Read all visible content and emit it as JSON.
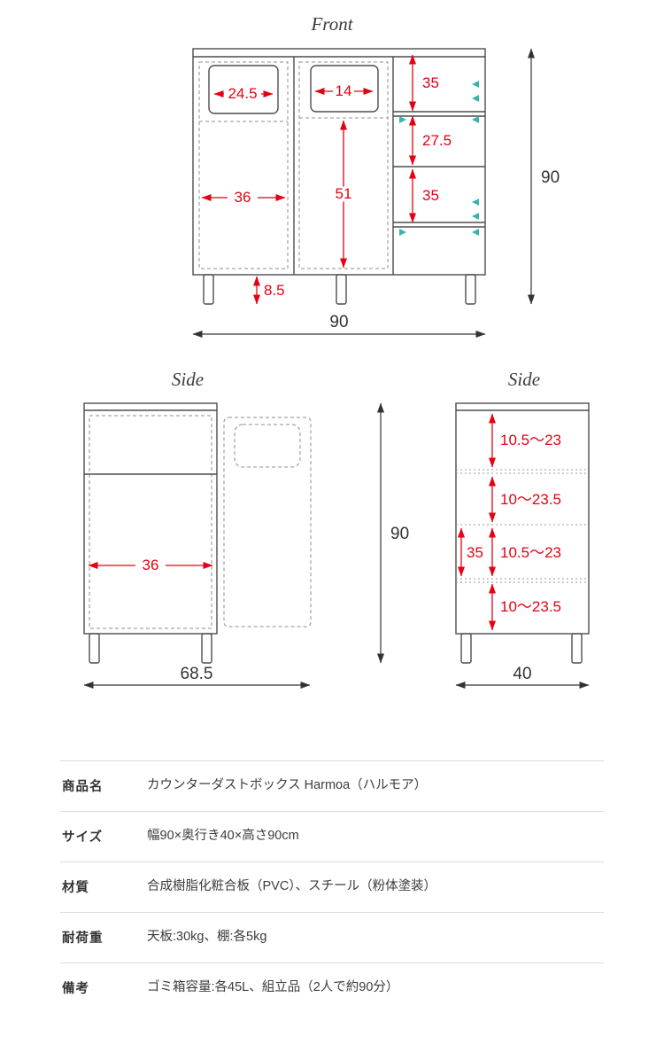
{
  "front": {
    "title": "Front",
    "dims": {
      "flap_left_w": "24.5",
      "flap_mid_w": "14",
      "right_top_h": "35",
      "right_mid_h": "27.5",
      "right_low_h": "35",
      "mid_door_h": "51",
      "left_door_w": "36",
      "leg_h": "8.5",
      "total_w": "90",
      "total_h": "90"
    }
  },
  "side_left": {
    "title": "Side",
    "dims": {
      "inner_w": "36",
      "total_d": "68.5",
      "total_h": "90"
    }
  },
  "side_right": {
    "title": "Side",
    "dims": {
      "shelf1": "10.5〜23",
      "shelf2": "10〜23.5",
      "shelf3": "10.5〜23",
      "shelf4": "10〜23.5",
      "drawer_h": "35",
      "total_d": "40"
    }
  },
  "specs": {
    "rows": [
      {
        "label": "商品名",
        "value": "カウンターダストボックス Harmoa（ハルモア）"
      },
      {
        "label": "サイズ",
        "value": "幅90×奥行き40×高さ90cm"
      },
      {
        "label": "材質",
        "value": "合成樹脂化粧合板（PVC）、スチール（粉体塗装）"
      },
      {
        "label": "耐荷重",
        "value": "天板:30kg、棚:各5kg"
      },
      {
        "label": "備考",
        "value": "ゴミ箱容量:各45L、組立品（2人で約90分）"
      }
    ]
  },
  "colors": {
    "dimension_red": "#e60012",
    "shelf_pin_teal": "#35b5ae",
    "line_gray": "#4d4d4d"
  }
}
